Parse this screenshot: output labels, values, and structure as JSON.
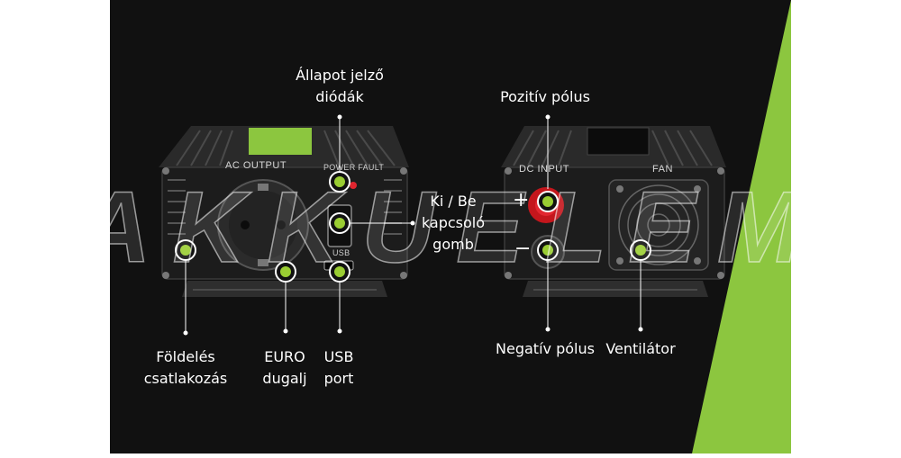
{
  "colors": {
    "accent": "#8cc63f",
    "background": "#111111",
    "marker": "#9acd32"
  },
  "panel_texts": {
    "ac_output": "AC OUTPUT",
    "power_fault": "POWER FAULT",
    "usb": "USB",
    "dc_input": "DC INPUT",
    "fan": "FAN"
  },
  "signs": {
    "plus": "+",
    "minus": "−"
  },
  "watermark": "AKKUELEM",
  "callouts": {
    "status_leds": {
      "line1": "Állapot jelző",
      "line2": "diódák"
    },
    "on_off": {
      "line1": "Ki / Be",
      "line2": "kapcsoló",
      "line3": "gomb"
    },
    "ground": {
      "line1": "Földelés",
      "line2": "csatlakozás"
    },
    "euro": {
      "line1": "EURO",
      "line2": "dugalj"
    },
    "usb_port": {
      "line1": "USB",
      "line2": "port"
    },
    "positive": {
      "line1": "Pozitív pólus"
    },
    "negative": {
      "line1": "Negatív pólus"
    },
    "fan_label": {
      "line1": "Ventilátor"
    }
  }
}
